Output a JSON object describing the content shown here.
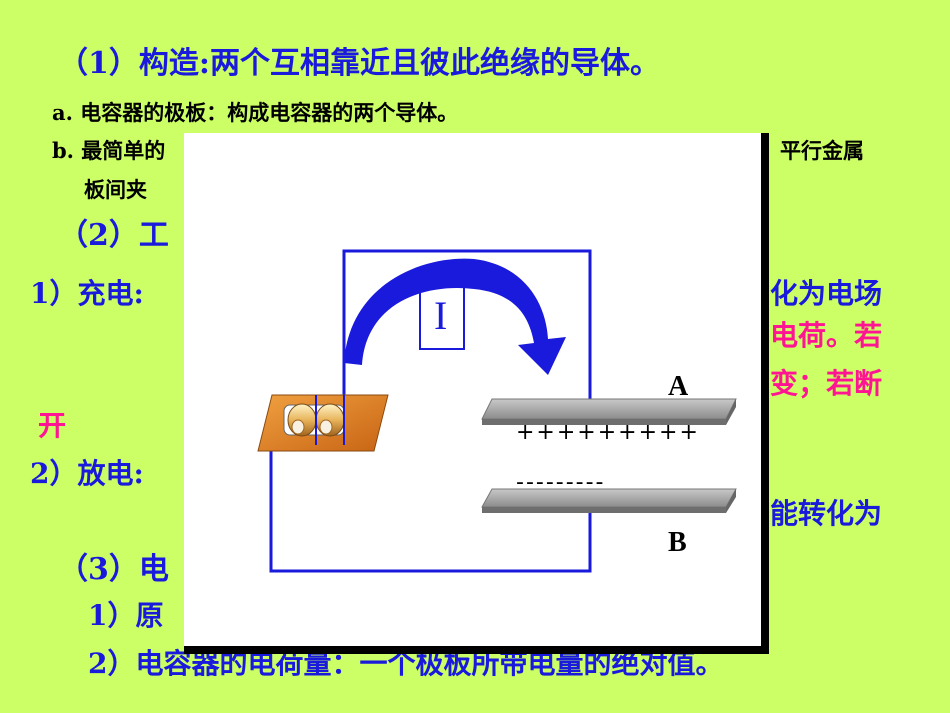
{
  "slide": {
    "heading1": "（1）构造:两个互相靠近且彼此绝缘的导体。",
    "item_a": "a. 电容器的极板：构成电容器的两个导体。",
    "item_b_start": "b. 最简单的",
    "item_b_end": "平行金属",
    "item_b_line2": "板间夹",
    "heading2_prefix": "（2）工",
    "charge_prefix": "1）充电:",
    "charge_end": "化为电场",
    "charge_pink1": "电荷。若",
    "charge_pink2": "变；若断",
    "charge_pink3": "开",
    "discharge_prefix": "2）放电:",
    "discharge_end": "能转化为",
    "heading3_prefix": "（3）电",
    "sub1_prefix": "1）原",
    "sub2": "2）电容器的电荷量：一个极板所带电量的绝对值。"
  },
  "diagram": {
    "current_label": "I",
    "plate_a_label": "A",
    "plate_b_label": "B",
    "plate_a_charges": "+++++++++",
    "plate_b_charges": "---------"
  },
  "colors": {
    "background": "#ccff66",
    "text_blue": "#1a1adc",
    "text_pink": "#ff1493",
    "wire_blue": "#1a1adc"
  }
}
